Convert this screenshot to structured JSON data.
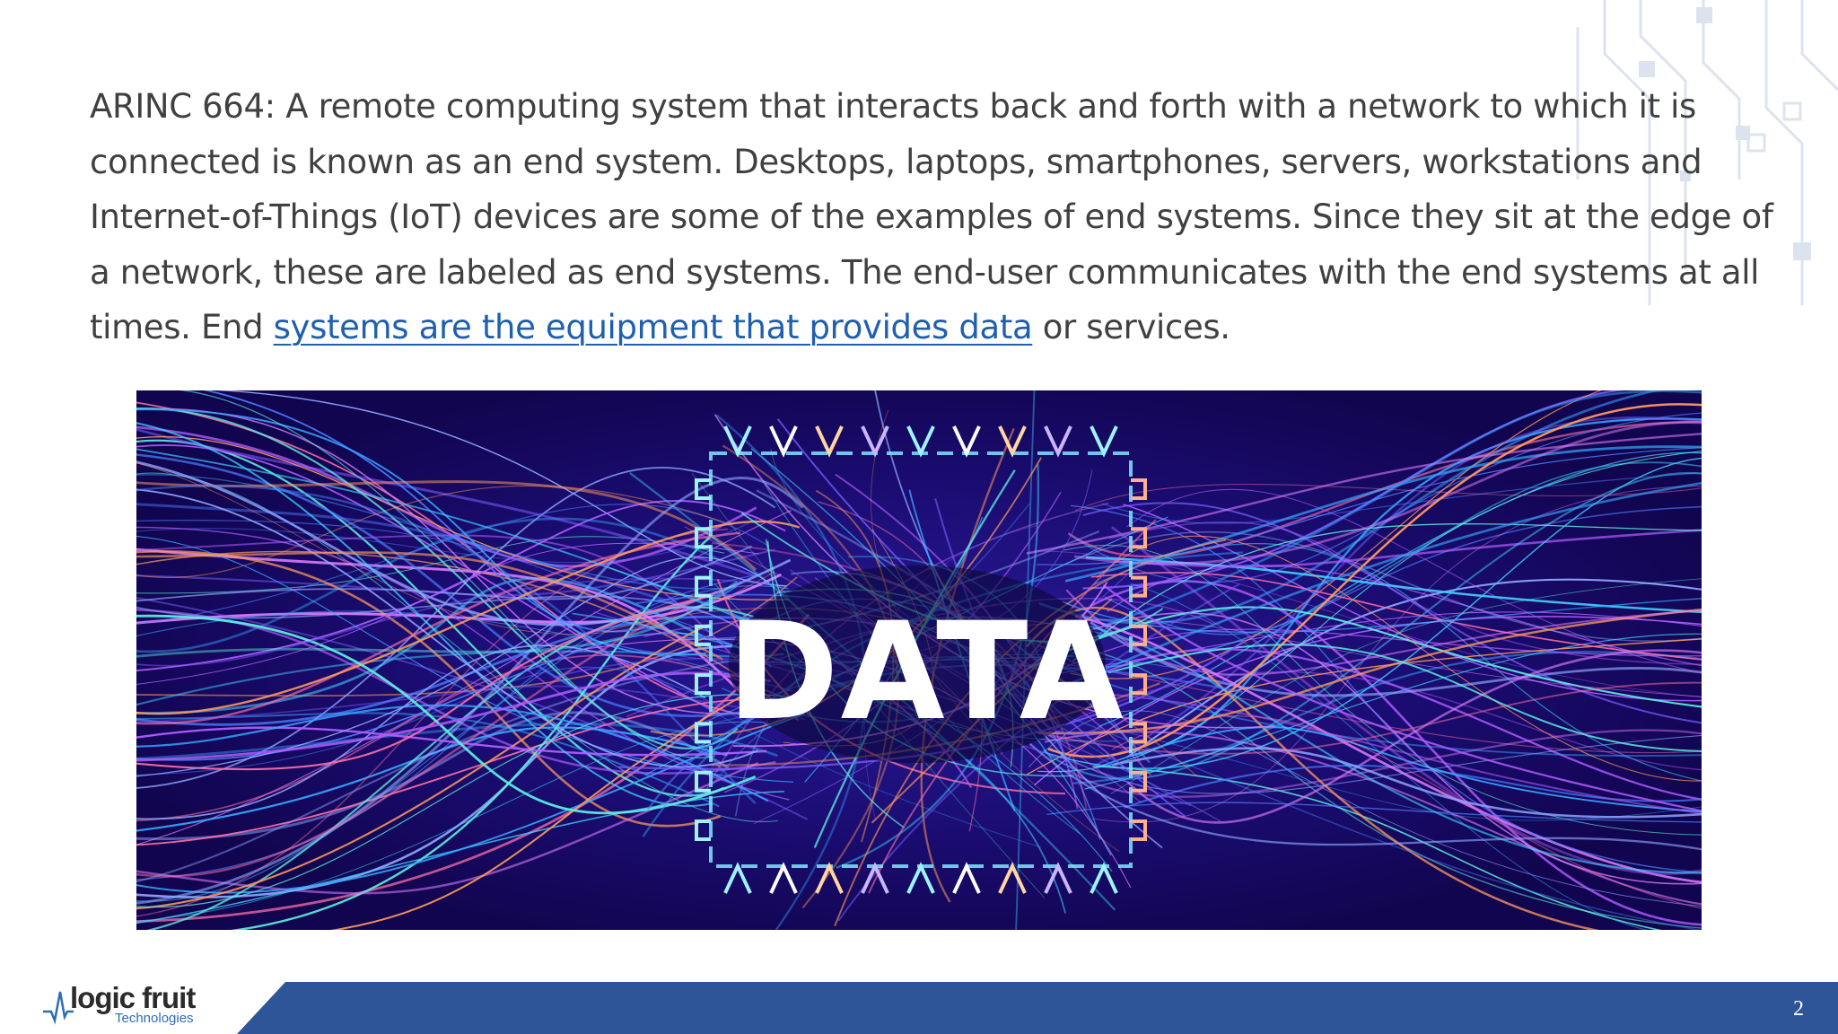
{
  "body": {
    "paragraph_before_link": "ARINC 664: A remote computing system that interacts back and forth with a network to which it is connected is known as an end system. Desktops, laptops, smartphones, servers, workstations and Internet-of-Things (IoT) devices are some of the examples of end systems. Since they sit at the edge of a network, these are labeled as end systems. The end-user communicates with the end systems at all times. End ",
    "link_text": "systems are the equipment that provides data",
    "paragraph_after_link": " or services."
  },
  "hero_image": {
    "text": "DATA",
    "background": "#15075e"
  },
  "footer": {
    "logo_main": "logic fruit",
    "logo_sub": "Technologies",
    "page_number": "2",
    "bar_color": "#2e5597"
  },
  "colors": {
    "text": "#404040",
    "link": "#1f5fae",
    "accent": "#2e5597"
  }
}
